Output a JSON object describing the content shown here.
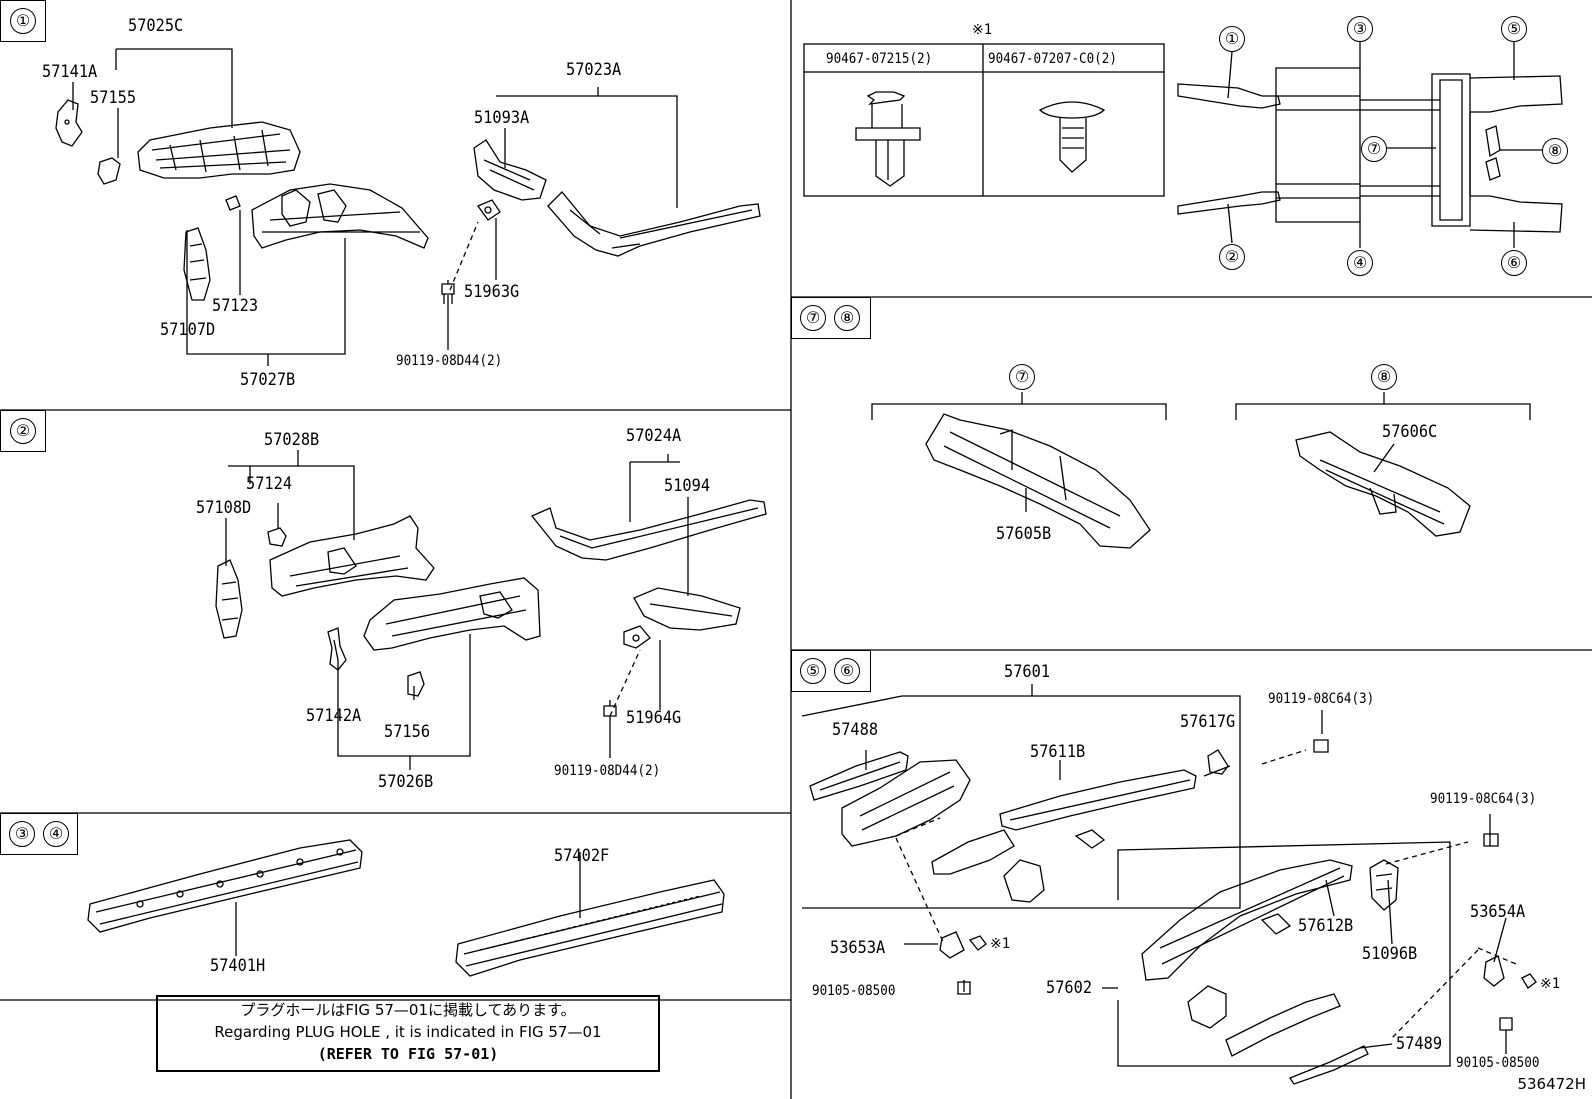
{
  "panels": {
    "p1": {
      "tag": "①"
    },
    "p2": {
      "tag": "②"
    },
    "p34": {
      "tag": [
        "③",
        "④"
      ]
    },
    "p78": {
      "tag": [
        "⑦",
        "⑧"
      ]
    },
    "p56": {
      "tag": [
        "⑤",
        "⑥"
      ]
    }
  },
  "parts": {
    "p1": [
      "57025C",
      "57141A",
      "57155",
      "57023A",
      "51093A",
      "57123",
      "57107D",
      "51963G",
      "57027B",
      "90119-08D44(2)"
    ],
    "p2": [
      "57028B",
      "57124",
      "57108D",
      "57024A",
      "51094",
      "57142A",
      "57156",
      "51964G",
      "57026B",
      "90119-08D44(2)"
    ],
    "p34": [
      "57401H",
      "57402F"
    ],
    "p78": [
      "57605B",
      "57606C"
    ],
    "p56": [
      "57601",
      "57488",
      "57611B",
      "57617G",
      "90119-08C64(3)",
      "90119-08C64(3)",
      "57612B",
      "51096B",
      "53654A",
      "53653A",
      "90105-08500",
      "57602",
      "57489",
      "90105-08500"
    ]
  },
  "clip_table": {
    "marker": "※1",
    "headers": [
      "90467-07215(2)",
      "90467-07207-C0(2)"
    ]
  },
  "clip_refs": [
    "※1",
    "※1"
  ],
  "overview_markers": [
    "①",
    "②",
    "③",
    "④",
    "⑤",
    "⑥",
    "⑦",
    "⑧"
  ],
  "section78_markers": [
    "⑦",
    "⑧"
  ],
  "note": {
    "line1": "プラグホールはFIG 57—01に掲載してあります。",
    "line2": "Regarding  PLUG  HOLE , it is indicated in FIG  57—01",
    "line3": "(REFER TO FIG 57-01)"
  },
  "figure_id": "536472H"
}
